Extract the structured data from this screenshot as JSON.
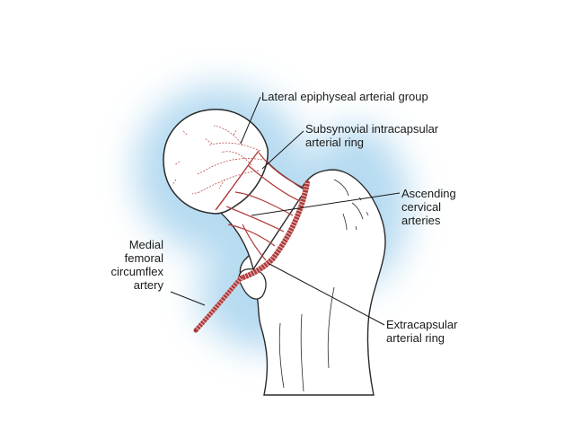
{
  "figure": {
    "labels": {
      "lateral": "Lateral epiphyseal arterial group",
      "subsynovial": "Subsynovial intracapsular\narterial ring",
      "ascending": "Ascending\ncervical\narteries",
      "medial": "Medial\nfemoral\ncircumflex\nartery",
      "extracapsular": "Extracapsular\narterial ring"
    },
    "colors": {
      "artery": "#b03a3a",
      "glow": "#a9d4ee",
      "outline": "#2a2a2a",
      "background": "#ffffff"
    }
  }
}
